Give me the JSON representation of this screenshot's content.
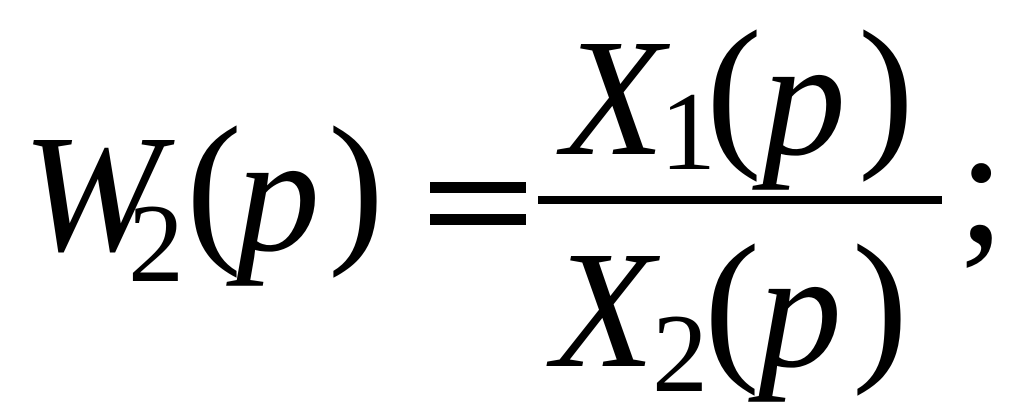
{
  "formula": {
    "lhs": {
      "symbol": "W",
      "subscript": "2",
      "open_paren": "(",
      "argument": "p",
      "close_paren": ")"
    },
    "equals": "=",
    "numerator": {
      "symbol": "X",
      "subscript": "1",
      "open_paren": "(",
      "argument": "p",
      "close_paren": ")"
    },
    "denominator": {
      "symbol": "X",
      "subscript": "2",
      "open_paren": "(",
      "argument": "p",
      "close_paren": ")"
    },
    "terminator": ";"
  }
}
